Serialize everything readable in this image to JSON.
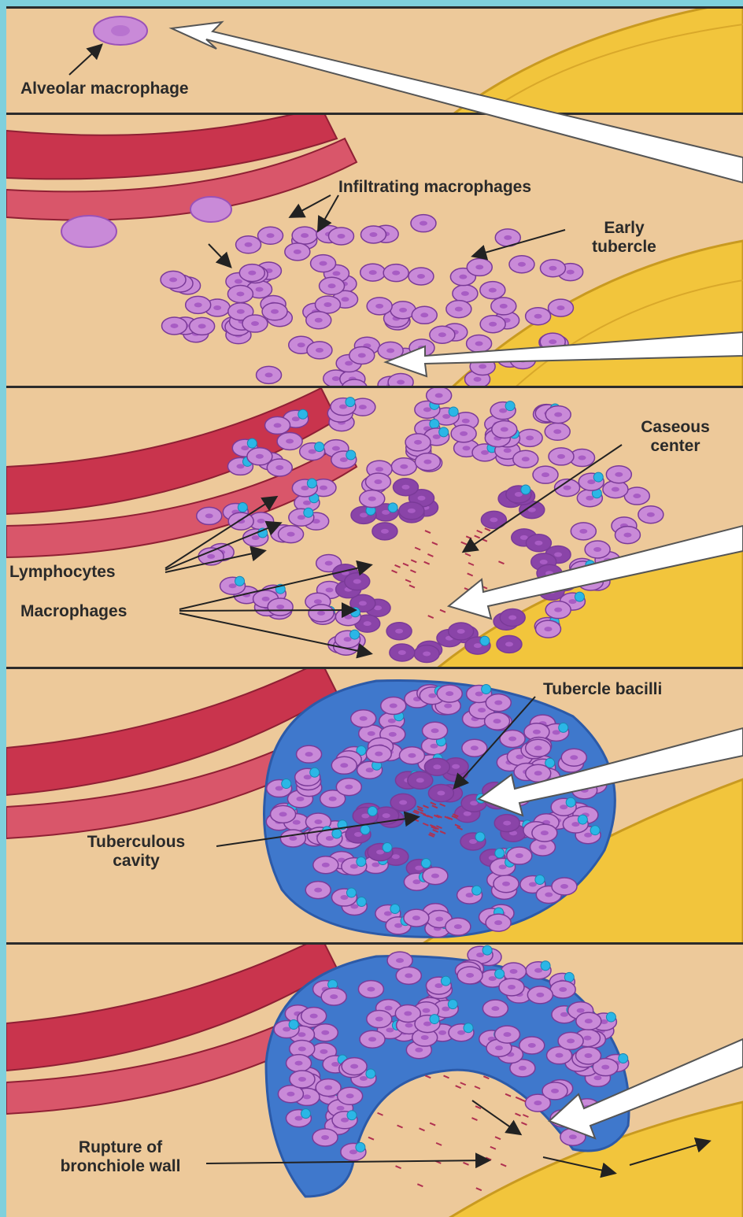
{
  "colors": {
    "background": "#7fd0dc",
    "tissue": "#edc99a",
    "vessel": "#c9344d",
    "bronchiole": "#f0c43a",
    "macrophage": "#c98ad8",
    "macrophage_dark": "#8a44a8",
    "lymphocyte": "#2bb6e6",
    "capsule": "#3f78cc"
  },
  "panels": [
    {
      "id": "stage-1",
      "labels": {
        "alveolar_macrophage": "Alveolar macrophage"
      }
    },
    {
      "id": "stage-2",
      "labels": {
        "infiltrating_macrophages": "Infiltrating macrophages",
        "early_tubercle": "Early\ntubercle"
      }
    },
    {
      "id": "stage-3",
      "labels": {
        "caseous_center": "Caseous\ncenter",
        "lymphocytes": "Lymphocytes",
        "macrophages": "Macrophages"
      }
    },
    {
      "id": "stage-4",
      "labels": {
        "tubercle_bacilli": "Tubercle bacilli",
        "tuberculous_cavity": "Tuberculous\ncavity"
      }
    },
    {
      "id": "stage-5",
      "labels": {
        "rupture": "Rupture of\nbronchiole wall"
      }
    }
  ]
}
